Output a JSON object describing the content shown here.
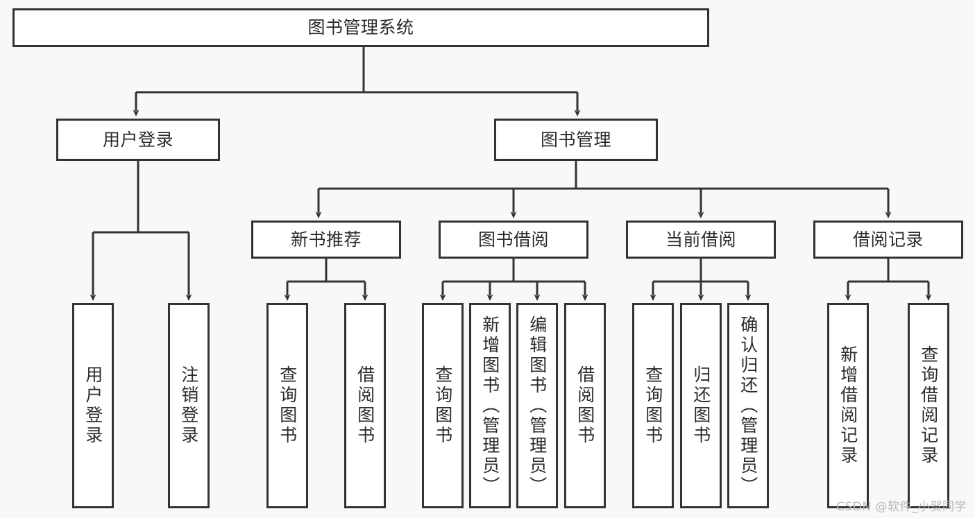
{
  "diagram": {
    "title": "图书管理系统",
    "type": "tree",
    "background_color": "#f8f8f8",
    "line_color": "#333333",
    "box_fill_color": "#ffffff",
    "text_color": "#2b2b2b",
    "root": {
      "label": "图书管理系统"
    },
    "level1": [
      {
        "label": "用户登录"
      },
      {
        "label": "图书管理"
      }
    ],
    "level2": [
      {
        "label": "新书推荐"
      },
      {
        "label": "图书借阅"
      },
      {
        "label": "当前借阅"
      },
      {
        "label": "借阅记录"
      }
    ],
    "leaves": {
      "user_login": [
        {
          "label": "用户登录"
        },
        {
          "label": "注销登录"
        }
      ],
      "new_book_recommend": [
        {
          "label": "查询图书"
        },
        {
          "label": "借阅图书"
        }
      ],
      "book_borrow": [
        {
          "label": "查询图书"
        },
        {
          "label": "新增图书（管理员）"
        },
        {
          "label": "编辑图书（管理员）"
        },
        {
          "label": "借阅图书"
        }
      ],
      "current_borrow": [
        {
          "label": "查询图书"
        },
        {
          "label": "归还图书"
        },
        {
          "label": "确认归还（管理员）"
        }
      ],
      "borrow_record": [
        {
          "label": "新增借阅记录"
        },
        {
          "label": "查询借阅记录"
        }
      ]
    }
  },
  "watermark": {
    "text": "CSDN @软件_小贺同学"
  }
}
